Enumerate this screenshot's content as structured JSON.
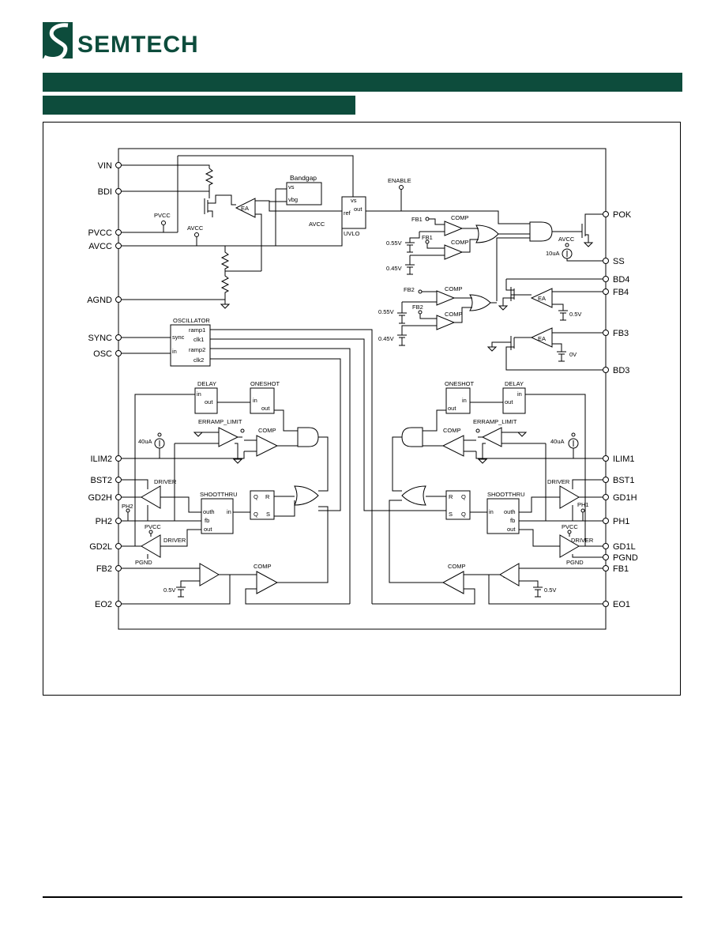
{
  "brand": {
    "name": "SEMTECH",
    "color": "#0d4c3c"
  },
  "header": {
    "bar_color": "#0d4c3c"
  },
  "diagram": {
    "left_pins": [
      "VIN",
      "BDI",
      "PVCC",
      "AVCC",
      "AGND",
      "SYNC",
      "OSC",
      "ILIM2",
      "BST2",
      "GD2H",
      "PH2",
      "GD2L",
      "FB2",
      "EO2"
    ],
    "right_pins": [
      "POK",
      "SS",
      "BD4",
      "FB4",
      "FB3",
      "BD3",
      "ILIM1",
      "BST1",
      "GD1H",
      "PH1",
      "GD1L",
      "PGND",
      "FB1",
      "EO1"
    ],
    "blocks": {
      "bandgap": "Bandgap",
      "bandgap_vs": "vs",
      "bandgap_vbg": "vbg",
      "uvlo": "UVLO",
      "uvlo_vs": "vs",
      "uvlo_ref": "ref",
      "uvlo_out": "out",
      "oscillator": "OSCILLATOR",
      "osc_sync": "sync",
      "osc_in": "in",
      "osc_ramp1": "ramp1",
      "osc_clk1": "clk1",
      "osc_ramp2": "ramp2",
      "osc_clk2": "clk2",
      "delay": "DELAY",
      "oneshot": "ONESHOT",
      "shootthru": "SHOOTTHRU",
      "port_in": "in",
      "port_out": "out",
      "port_outh": "outh",
      "port_fb": "fb",
      "ff_q": "Q",
      "ff_r": "R",
      "ff_s": "S",
      "ea": "EA",
      "comp": "COMP",
      "driver": "DRIVER",
      "erramp_limit": "ERRAMP_LIMIT"
    },
    "labels": {
      "enable": "ENABLE",
      "avcc": "AVCC",
      "pvcc": "PVCC",
      "pgnd": "PGND",
      "ph1": "PH1",
      "ph2": "PH2",
      "fb1": "FB1",
      "fb2": "FB2",
      "i40": "40uA",
      "i10": "10uA",
      "v055": "0.55V",
      "v045": "0.45V",
      "v05": "0.5V",
      "v0": "0V"
    }
  }
}
